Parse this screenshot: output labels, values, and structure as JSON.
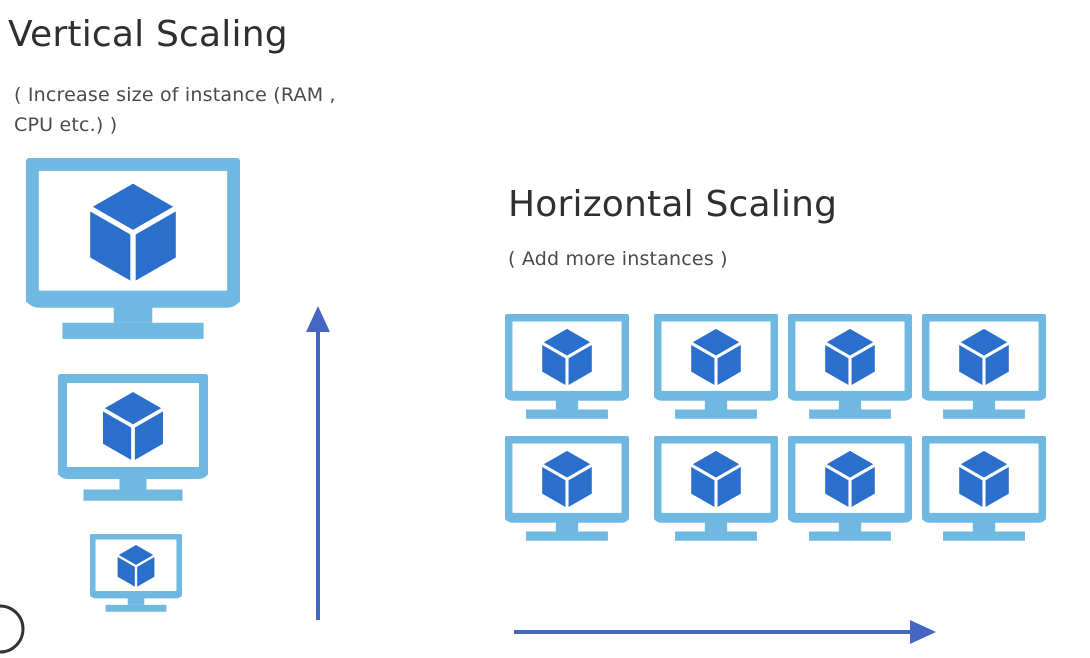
{
  "vertical": {
    "title": "Vertical Scaling",
    "subtitle": "( Increase size of instance (RAM , CPU etc.) )"
  },
  "horizontal": {
    "title": "Horizontal Scaling",
    "subtitle": "( Add more instances )"
  },
  "colors": {
    "monitor": "#6fb8e2",
    "cube": "#2a6fcc",
    "cube_lines": "#ffffff",
    "arrow": "#4466c4",
    "text": "#2f2f2f"
  },
  "icons": {
    "monitor": "monitor-icon",
    "instance": "cube-icon",
    "arrow": "arrow-icon"
  }
}
